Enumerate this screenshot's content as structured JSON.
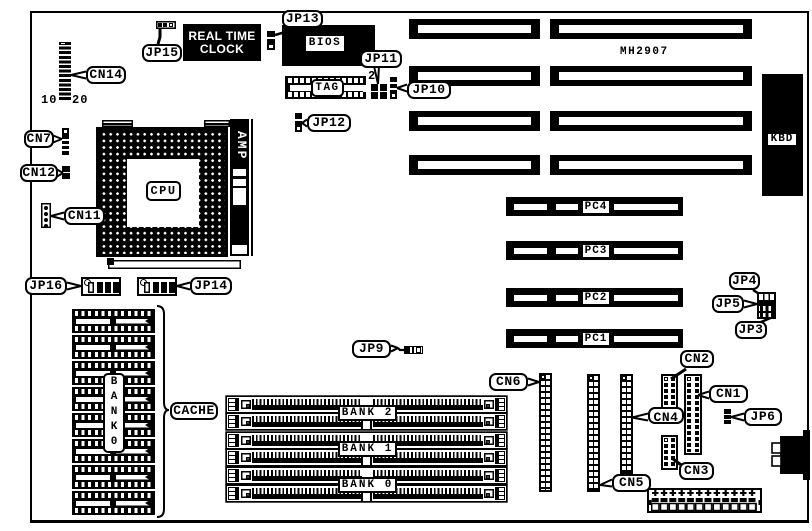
{
  "board": {
    "part_number": "MH2907"
  },
  "chips": {
    "cpu": "CPU",
    "bios": "BIOS",
    "tag": "TAG",
    "rtc_line1": "REAL TIME",
    "rtc_line2": "CLOCK",
    "amp": "AMP",
    "kbd": "KBD"
  },
  "callouts": {
    "cn14": "CN14",
    "jp15": "JP15",
    "jp13": "JP13",
    "jp11": "JP11",
    "jp10": "JP10",
    "jp12": "JP12",
    "cn7": "CN7",
    "cn12": "CN12",
    "cn11": "CN11",
    "jp16": "JP16",
    "jp14": "JP14",
    "cache": "CACHE",
    "jp9": "JP9",
    "cn6": "CN6",
    "cn5": "CN5",
    "cn4": "CN4",
    "cn3": "CN3",
    "cn2": "CN2",
    "cn1": "CN1",
    "jp6": "JP6",
    "jp4": "JP4",
    "jp5": "JP5",
    "jp3": "JP3"
  },
  "annotations": {
    "cn14_pin10": "10",
    "cn14_pin20": "20",
    "jp11_pin2": "2"
  },
  "pc_slots": [
    {
      "label": "PC4"
    },
    {
      "label": "PC3"
    },
    {
      "label": "PC2"
    },
    {
      "label": "PC1"
    }
  ],
  "memory_banks": [
    {
      "label": "BANK 2"
    },
    {
      "label": "BANK 1"
    },
    {
      "label": "BANK 0"
    }
  ],
  "cache": {
    "label": "CACHE",
    "bank_label": "B\nA\nN\nK\n0"
  }
}
